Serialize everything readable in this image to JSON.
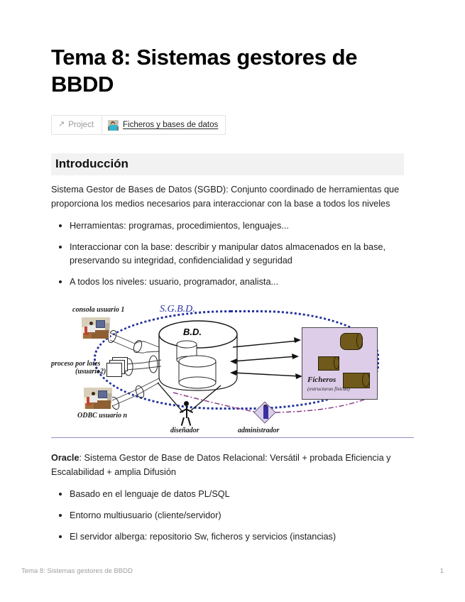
{
  "document": {
    "title": "Tema 8: Sistemas gestores de BBDD"
  },
  "breadcrumb": {
    "arrow_icon": "external-link-arrow-icon",
    "project_label": "Project",
    "thumb_icon": "document-thumbnail-icon",
    "document_link": "Ficheros y  bases de datos"
  },
  "sections": [
    {
      "heading": "Introducción",
      "paragraph": "Sistema Gestor de Bases de Datos (SGBD): Conjunto coordinado de herramientas que proporciona los medios necesarios para interaccionar con la base a todos los niveles",
      "bullets": [
        "Herramientas: programas, procedimientos, lenguajes...",
        "Interaccionar con la base: describir y manipular datos almacenados en la base, preservando su integridad, confidencialidad y seguridad",
        "A todos los niveles: usuario, programador, analista..."
      ]
    }
  ],
  "figure": {
    "name": "sgbd-architecture-diagram",
    "labels": {
      "sgbd": "S.G.B.D.",
      "bd": "B.D.",
      "consola": "consola usuario 1",
      "lotes_line1": "proceso por lotes",
      "lotes_line2": "(usuario2)",
      "odbc": "ODBC usuario n",
      "disenador": "diseñador",
      "administrador": "administrador",
      "ficheros": "Ficheros",
      "ficheros_sub": "(estructuras físicas)"
    },
    "colors": {
      "sgbd_boundary": "#21309c",
      "ficheros_box": "#ddcde8",
      "cylinder": "#70591b",
      "rule": "#8f8fc8"
    }
  },
  "oracle": {
    "lead_label": "Oracle",
    "paragraph": ": Sistema Gestor de Base de Datos Relacional: Versátil + probada Eficiencia y Escalabilidad + amplia Difusión",
    "bullets": [
      "Basado en el lenguaje de datos PL/SQL",
      "Entorno multiusuario (cliente/servidor)",
      "El servidor alberga: repositorio Sw, ficheros y servicios (instancias)"
    ]
  },
  "footer": {
    "left": "Tema 8: Sistemas gestores de BBDD",
    "page_number": "1"
  }
}
